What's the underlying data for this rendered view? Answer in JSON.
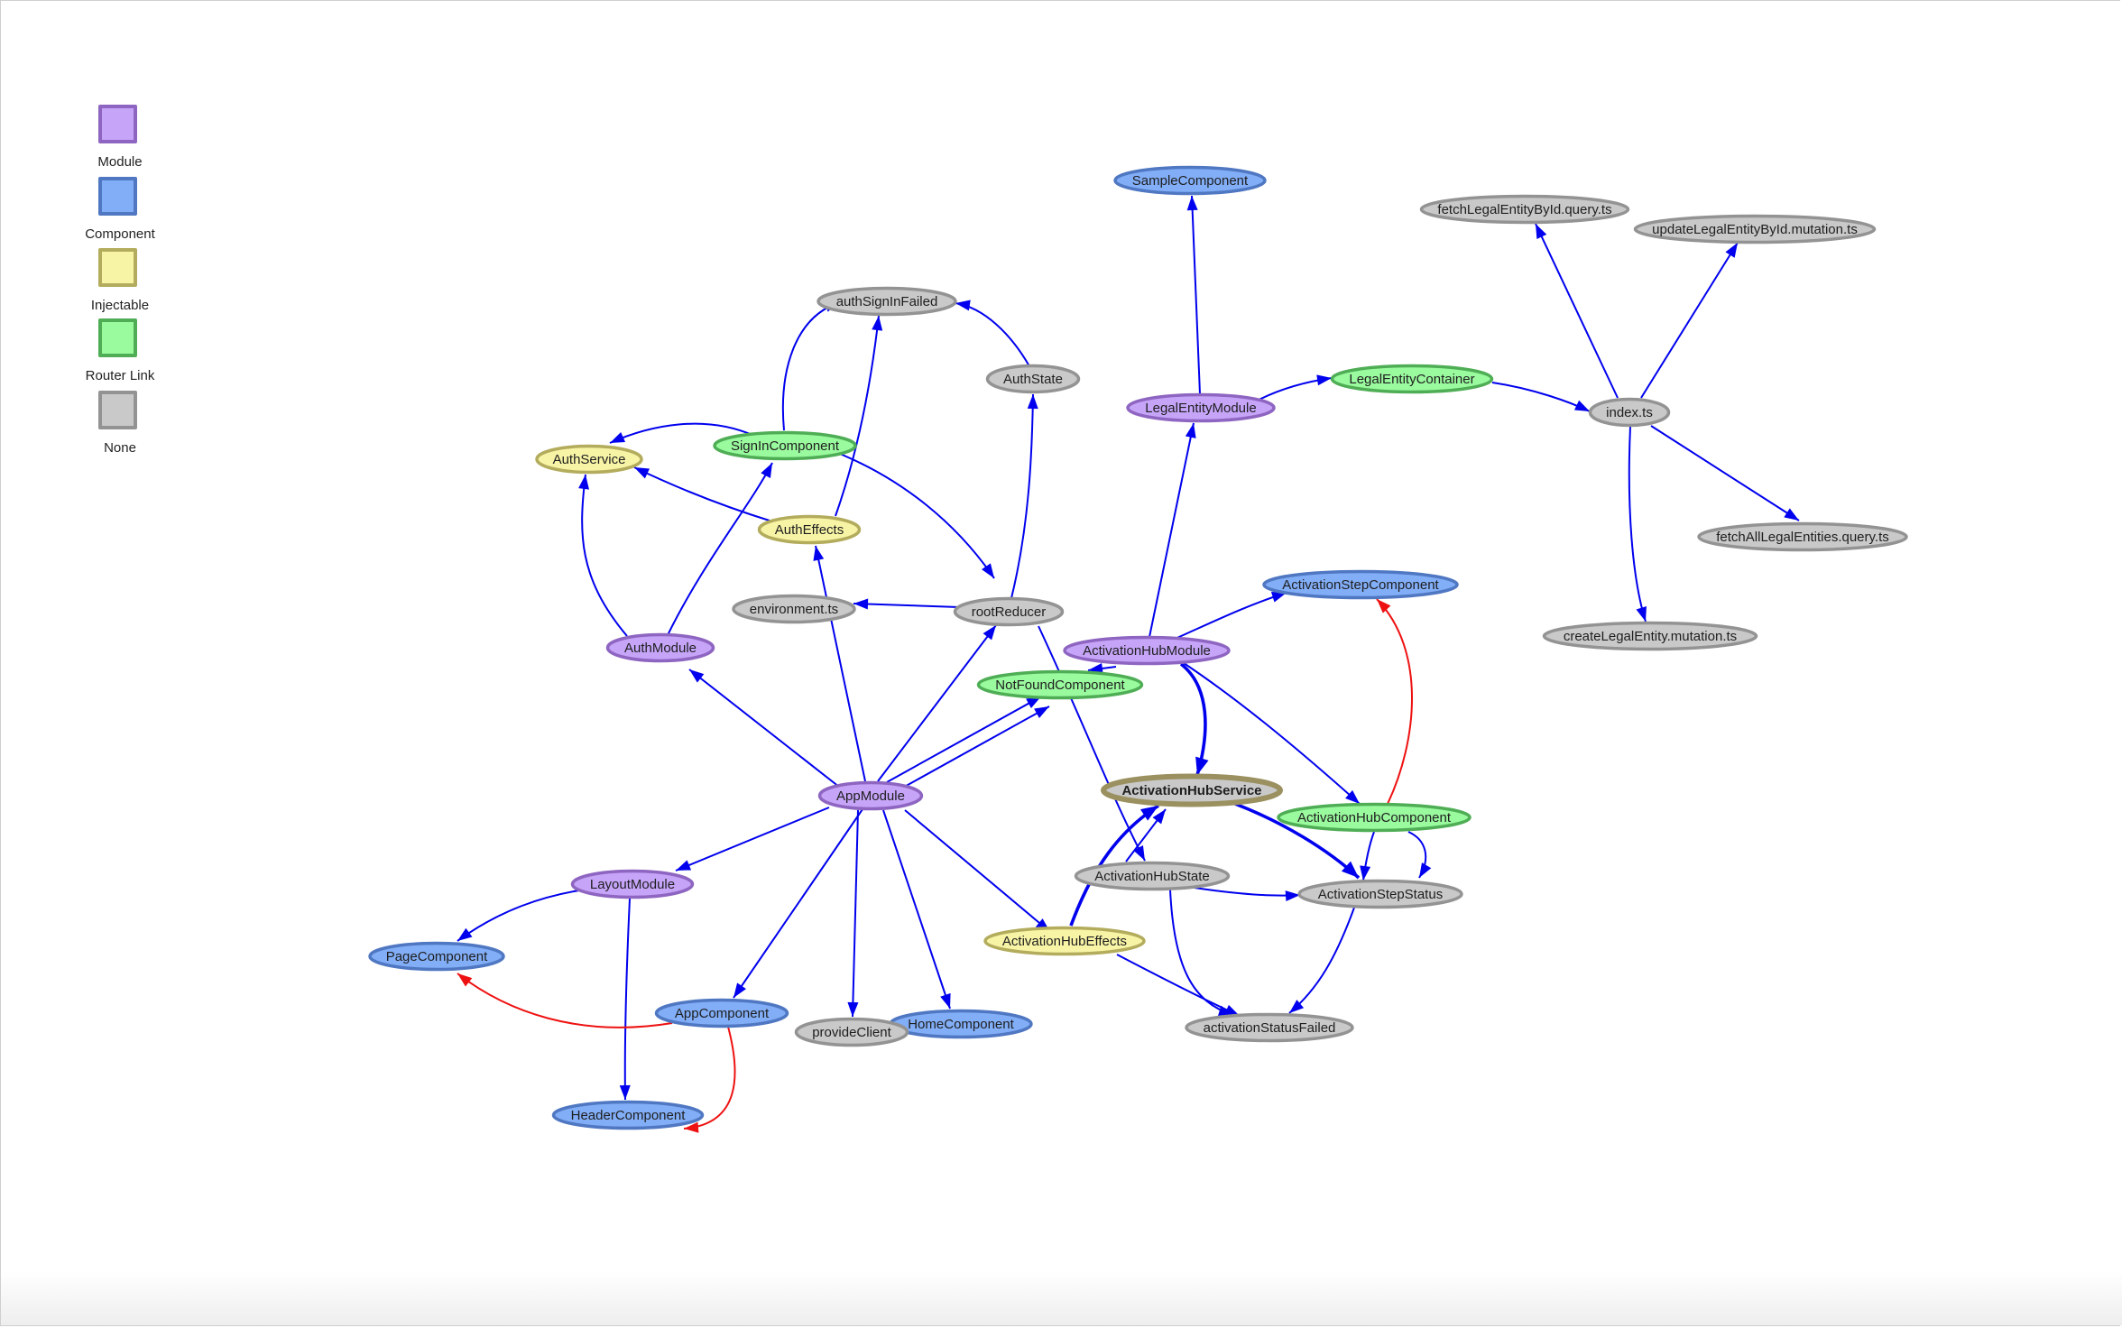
{
  "colors": {
    "edge_blue": "#0000ee",
    "edge_red": "#ee1111",
    "module_fill": "#c6a5f9",
    "module_stroke": "#8e65c1",
    "component_fill": "#82aef7",
    "component_stroke": "#4f77c2",
    "injectable_fill": "#f8f4a6",
    "injectable_stroke": "#b3ac5d",
    "routerlink_fill": "#9afa9e",
    "routerlink_stroke": "#4fae55",
    "none_fill": "#c9c9c9",
    "none_stroke": "#939393"
  },
  "legend": [
    {
      "key": "module",
      "label": "Module"
    },
    {
      "key": "component",
      "label": "Component"
    },
    {
      "key": "injectable",
      "label": "Injectable"
    },
    {
      "key": "routerlink",
      "label": "Router Link"
    },
    {
      "key": "none",
      "label": "None"
    }
  ],
  "nodes": [
    {
      "id": "AppModule",
      "label": "AppModule",
      "type": "module"
    },
    {
      "id": "AuthModule",
      "label": "AuthModule",
      "type": "module"
    },
    {
      "id": "LayoutModule",
      "label": "LayoutModule",
      "type": "module"
    },
    {
      "id": "LegalEntityModule",
      "label": "LegalEntityModule",
      "type": "module"
    },
    {
      "id": "ActivationHubModule",
      "label": "ActivationHubModule",
      "type": "module"
    },
    {
      "id": "SampleComponent",
      "label": "SampleComponent",
      "type": "component"
    },
    {
      "id": "ActivationStepComponent",
      "label": "ActivationStepComponent",
      "type": "component"
    },
    {
      "id": "PageComponent",
      "label": "PageComponent",
      "type": "component"
    },
    {
      "id": "AppComponent",
      "label": "AppComponent",
      "type": "component"
    },
    {
      "id": "HomeComponent",
      "label": "HomeComponent",
      "type": "component"
    },
    {
      "id": "HeaderComponent",
      "label": "HeaderComponent",
      "type": "component"
    },
    {
      "id": "AuthService",
      "label": "AuthService",
      "type": "injectable"
    },
    {
      "id": "AuthEffects",
      "label": "AuthEffects",
      "type": "injectable"
    },
    {
      "id": "ActivationHubEffects",
      "label": "ActivationHubEffects",
      "type": "injectable"
    },
    {
      "id": "ActivationHubService",
      "label": "ActivationHubService",
      "type": "injectable",
      "selected": true
    },
    {
      "id": "SignInComponent",
      "label": "SignInComponent",
      "type": "routerlink"
    },
    {
      "id": "LegalEntityContainer",
      "label": "LegalEntityContainer",
      "type": "routerlink"
    },
    {
      "id": "NotFoundComponent",
      "label": "NotFoundComponent",
      "type": "routerlink"
    },
    {
      "id": "ActivationHubComponent",
      "label": "ActivationHubComponent",
      "type": "routerlink"
    },
    {
      "id": "fetchLegalEntityById",
      "label": "fetchLegalEntityById.query.ts",
      "type": "none"
    },
    {
      "id": "updateLegalEntityById",
      "label": "updateLegalEntityById.mutation.ts",
      "type": "none"
    },
    {
      "id": "authSignInFailed",
      "label": "authSignInFailed",
      "type": "none"
    },
    {
      "id": "AuthState",
      "label": "AuthState",
      "type": "none"
    },
    {
      "id": "indexTs",
      "label": "index.ts",
      "type": "none"
    },
    {
      "id": "fetchAllLegalEntities",
      "label": "fetchAllLegalEntities.query.ts",
      "type": "none"
    },
    {
      "id": "createLegalEntity",
      "label": "createLegalEntity.mutation.ts",
      "type": "none"
    },
    {
      "id": "environmentTs",
      "label": "environment.ts",
      "type": "none"
    },
    {
      "id": "rootReducer",
      "label": "rootReducer",
      "type": "none"
    },
    {
      "id": "ActivationHubState",
      "label": "ActivationHubState",
      "type": "none"
    },
    {
      "id": "ActivationStepStatus",
      "label": "ActivationStepStatus",
      "type": "none"
    },
    {
      "id": "activationStatusFailed",
      "label": "activationStatusFailed",
      "type": "none"
    },
    {
      "id": "provideClient",
      "label": "provideClient",
      "type": "none"
    }
  ],
  "edges": [
    {
      "from": "AppModule",
      "to": "AuthModule",
      "color": "blue"
    },
    {
      "from": "AppModule",
      "to": "LayoutModule",
      "color": "blue"
    },
    {
      "from": "AppModule",
      "to": "AppComponent",
      "color": "blue"
    },
    {
      "from": "AppModule",
      "to": "provideClient",
      "color": "blue"
    },
    {
      "from": "AppModule",
      "to": "HomeComponent",
      "color": "blue"
    },
    {
      "from": "AppModule",
      "to": "ActivationHubEffects",
      "color": "blue"
    },
    {
      "from": "AppModule",
      "to": "AuthEffects",
      "color": "blue"
    },
    {
      "from": "AppModule",
      "to": "rootReducer",
      "color": "blue"
    },
    {
      "from": "AppModule",
      "to": "NotFoundComponent",
      "color": "blue"
    },
    {
      "from": "AppModule",
      "to": "NotFoundComponent",
      "color": "blue"
    },
    {
      "from": "AuthModule",
      "to": "AuthService",
      "color": "blue"
    },
    {
      "from": "AuthModule",
      "to": "SignInComponent",
      "color": "blue"
    },
    {
      "from": "SignInComponent",
      "to": "AuthService",
      "color": "blue"
    },
    {
      "from": "SignInComponent",
      "to": "authSignInFailed",
      "color": "blue"
    },
    {
      "from": "SignInComponent",
      "to": "rootReducer",
      "color": "blue"
    },
    {
      "from": "AuthEffects",
      "to": "AuthService",
      "color": "blue"
    },
    {
      "from": "AuthEffects",
      "to": "authSignInFailed",
      "color": "blue"
    },
    {
      "from": "AuthState",
      "to": "authSignInFailed",
      "color": "blue"
    },
    {
      "from": "rootReducer",
      "to": "AuthState",
      "color": "blue"
    },
    {
      "from": "rootReducer",
      "to": "environmentTs",
      "color": "blue"
    },
    {
      "from": "rootReducer",
      "to": "ActivationHubState",
      "color": "blue"
    },
    {
      "from": "LayoutModule",
      "to": "PageComponent",
      "color": "blue"
    },
    {
      "from": "LayoutModule",
      "to": "HeaderComponent",
      "color": "blue"
    },
    {
      "from": "AppComponent",
      "to": "PageComponent",
      "color": "red"
    },
    {
      "from": "AppComponent",
      "to": "HeaderComponent",
      "color": "red"
    },
    {
      "from": "LegalEntityModule",
      "to": "SampleComponent",
      "color": "blue"
    },
    {
      "from": "LegalEntityModule",
      "to": "LegalEntityContainer",
      "color": "blue"
    },
    {
      "from": "LegalEntityContainer",
      "to": "indexTs",
      "color": "blue"
    },
    {
      "from": "indexTs",
      "to": "fetchLegalEntityById",
      "color": "blue"
    },
    {
      "from": "indexTs",
      "to": "updateLegalEntityById",
      "color": "blue"
    },
    {
      "from": "indexTs",
      "to": "fetchAllLegalEntities",
      "color": "blue"
    },
    {
      "from": "indexTs",
      "to": "createLegalEntity",
      "color": "blue"
    },
    {
      "from": "ActivationHubModule",
      "to": "LegalEntityModule",
      "color": "blue"
    },
    {
      "from": "ActivationHubModule",
      "to": "ActivationStepComponent",
      "color": "blue"
    },
    {
      "from": "ActivationHubModule",
      "to": "NotFoundComponent",
      "color": "blue"
    },
    {
      "from": "ActivationHubModule",
      "to": "ActivationHubService",
      "color": "blue",
      "thick": true
    },
    {
      "from": "ActivationHubModule",
      "to": "ActivationHubComponent",
      "color": "blue"
    },
    {
      "from": "ActivationHubComponent",
      "to": "ActivationStepComponent",
      "color": "red"
    },
    {
      "from": "ActivationHubComponent",
      "to": "ActivationStepStatus",
      "color": "blue"
    },
    {
      "from": "ActivationHubComponent",
      "to": "ActivationHubService",
      "color": "blue"
    },
    {
      "from": "ActivationHubService",
      "to": "ActivationStepStatus",
      "color": "blue",
      "thick": true
    },
    {
      "from": "ActivationHubEffects",
      "to": "ActivationHubService",
      "color": "blue",
      "thick": true
    },
    {
      "from": "ActivationHubEffects",
      "to": "activationStatusFailed",
      "color": "blue"
    },
    {
      "from": "ActivationHubState",
      "to": "ActivationHubService",
      "color": "blue"
    },
    {
      "from": "ActivationHubState",
      "to": "ActivationStepStatus",
      "color": "blue"
    },
    {
      "from": "ActivationHubState",
      "to": "activationStatusFailed",
      "color": "blue"
    },
    {
      "from": "ActivationStepStatus",
      "to": "activationStatusFailed",
      "color": "blue"
    }
  ]
}
